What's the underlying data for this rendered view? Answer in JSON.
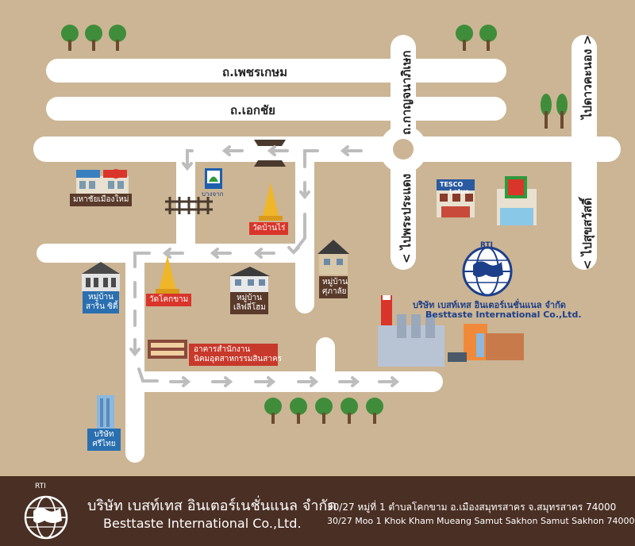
{
  "map": {
    "roads": {
      "phetkasem": "ถ.เพชรเกษม",
      "ekachai": "ถ.เอกชัย",
      "kanchanaphisek": "ถ.กาญจนาภิเษก",
      "to_phra_pradaeng": "< ไปพระประแดง",
      "to_dao_khanong": "ไปดาวคะนอง >",
      "to_suksawat": "< ไปสุขสวัสดิ์"
    },
    "places": {
      "mahachai": "มหาชัยเมืองใหม่",
      "bangchak": "บางจาก",
      "wat_ban_rai": "วัดบ้านไร่",
      "village_sarin_line1": "หมู่บ้าน",
      "village_sarin_line2": "สาริน ซิตี้",
      "wat_khok_kham": "วัดโคกขาม",
      "village_leaf_line1": "หมู่บ้าน",
      "village_leaf_line2": "เลิฟลี่โฮม",
      "village_kusalai_line1": "หมู่บ้าน",
      "village_kusalai_line2": "ศุภาลัย",
      "industrial_line1": "อาคารสำนักงาน",
      "industrial_line2": "นิคมอุตสาหกรรมสินสาคร",
      "srithai_line1": "บริษัท",
      "srithai_line2": "ศรีไทย",
      "tesco": "TESCO",
      "lotus": "Lotus"
    },
    "company": {
      "rti": "RTI",
      "name_th": "บริษัท เบสท์เทส อินเตอร์เนชั่นแนล จำกัด",
      "name_en": "Besttaste International Co.,Ltd."
    }
  },
  "footer": {
    "rti": "RTI",
    "name_th": "บริษัท เบสท์เทส อินเตอร์เนชั่นแนล จำกัด",
    "name_en": "Besttaste International Co.,Ltd.",
    "address_th": "30/27 หมู่ที่ 1 ตำบลโคกขาม อ.เมืองสมุทรสาคร จ.สมุทรสาคร 74000",
    "address_en": "30/27 Moo 1 Khok Kham Mueang Samut Sakhon Samut Sakhon 74000"
  },
  "colors": {
    "background": "#cbb594",
    "road": "#ffffff",
    "arrow": "#bdbdbd",
    "footer": "#4a2f24",
    "brand_blue": "#1d3f8a",
    "tag_brown": "#5a3a2a",
    "tag_blue": "#2a6fb0",
    "tag_red": "#d9352a",
    "tree_green": "#3f8d3a"
  }
}
